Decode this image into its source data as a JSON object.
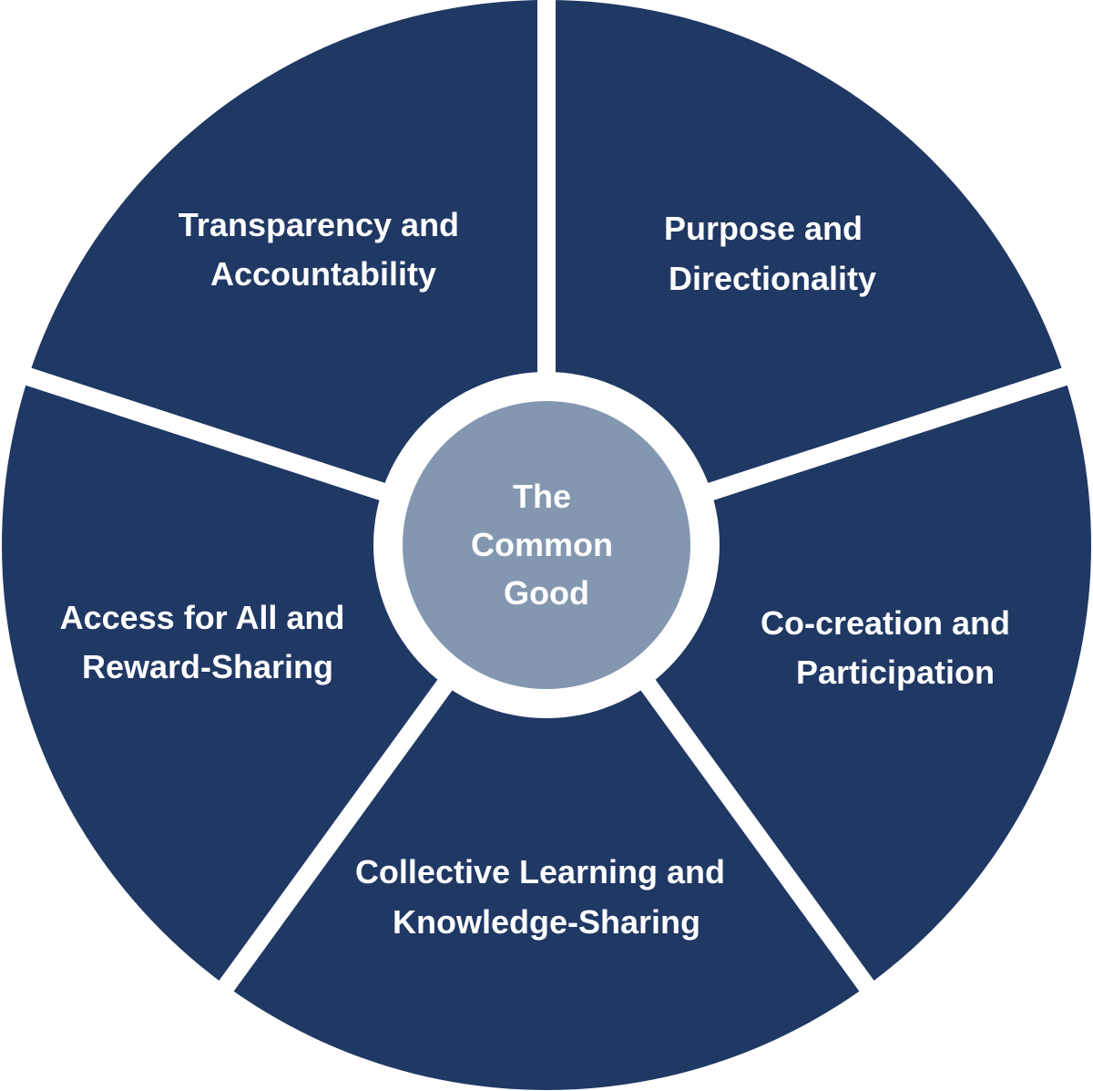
{
  "colors": {
    "segment": "#203864",
    "center": "#8497b0",
    "divider": "#ffffff",
    "text": "#ffffff"
  },
  "center": {
    "lines": [
      "The",
      "Common",
      "Good"
    ]
  },
  "segments": [
    {
      "lines": [
        "Transparency and",
        "Accountability"
      ]
    },
    {
      "lines": [
        "Purpose and",
        "Directionality"
      ]
    },
    {
      "lines": [
        "Co-creation and",
        "Participation"
      ]
    },
    {
      "lines": [
        "Collective Learning and",
        "Knowledge-Sharing"
      ]
    },
    {
      "lines": [
        "Access for All and",
        "Reward-Sharing"
      ]
    }
  ]
}
